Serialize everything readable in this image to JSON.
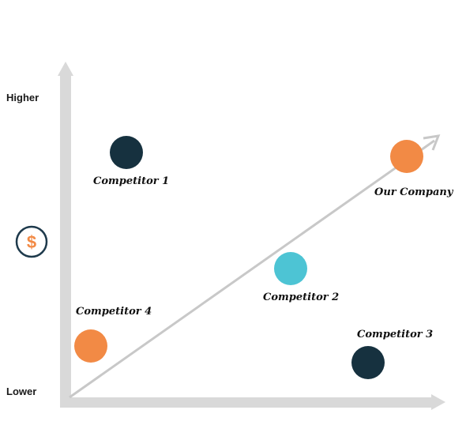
{
  "axis": {
    "higher_label": "Higher",
    "lower_label": "Lower",
    "axis_color": "#d9d9d9",
    "trend_color": "#c8c8c8"
  },
  "price_icon": {
    "icon": "dollar-icon",
    "glyph": "$",
    "ring_color": "#1e3a4c",
    "glyph_color": "#f28a45"
  },
  "points": [
    {
      "key": "competitor-1",
      "label": "Competitor 1",
      "color": "#16313f"
    },
    {
      "key": "our-company",
      "label": "Our Company",
      "color": "#f28a45"
    },
    {
      "key": "competitor-2",
      "label": "Competitor 2",
      "color": "#4dc4d4"
    },
    {
      "key": "competitor-4",
      "label": "Competitor 4",
      "color": "#f28a45"
    },
    {
      "key": "competitor-3",
      "label": "Competitor 3",
      "color": "#16313f"
    }
  ]
}
